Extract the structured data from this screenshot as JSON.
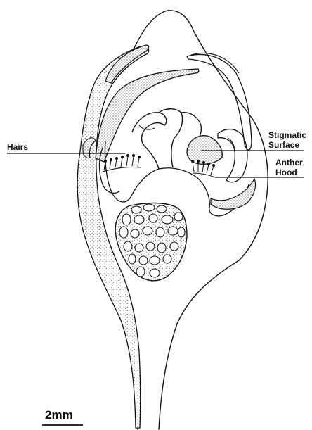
{
  "labels": {
    "hairs": "Hairs",
    "stigmatic_line1": "Stigmatic",
    "stigmatic_line2": "Surface",
    "anther_line1": "Anther",
    "anther_line2": "Hood"
  },
  "scale_bar": {
    "label": "2mm"
  },
  "colors": {
    "ink": "#111111",
    "stipple": "#bdbdbd",
    "paper": "#ffffff"
  }
}
